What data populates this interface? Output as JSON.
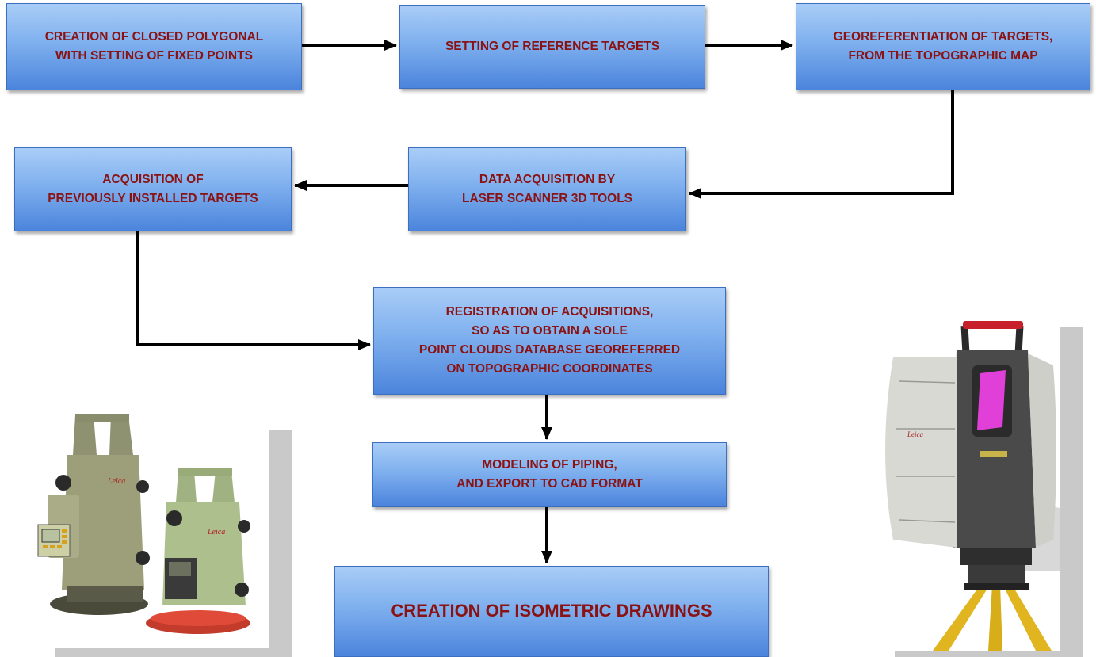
{
  "flowchart": {
    "steps": [
      {
        "id": "s1",
        "label": "CREATION OF CLOSED POLYGONAL\nWITH SETTING OF FIXED POINTS"
      },
      {
        "id": "s2",
        "label": "SETTING OF REFERENCE TARGETS"
      },
      {
        "id": "s3",
        "label": "GEOREFERENTIATION OF TARGETS,\nFROM THE TOPOGRAPHIC MAP"
      },
      {
        "id": "s4",
        "label": "DATA ACQUISITION BY\nLASER SCANNER 3D TOOLS"
      },
      {
        "id": "s5",
        "label": "ACQUISITION OF\nPREVIOUSLY INSTALLED TARGETS"
      },
      {
        "id": "s6",
        "label": "REGISTRATION OF ACQUISITIONS,\nSO AS TO OBTAIN A SOLE\nPOINT CLOUDS DATABASE GEOREFERRED\nON TOPOGRAPHIC COORDINATES"
      },
      {
        "id": "s7",
        "label": "MODELING OF PIPING,\nAND EXPORT TO CAD FORMAT"
      },
      {
        "id": "s8",
        "label": "CREATION OF ISOMETRIC DRAWINGS"
      }
    ],
    "connections": [
      {
        "from": "s1",
        "to": "s2"
      },
      {
        "from": "s2",
        "to": "s3"
      },
      {
        "from": "s3",
        "to": "s4"
      },
      {
        "from": "s4",
        "to": "s5"
      },
      {
        "from": "s5",
        "to": "s6"
      },
      {
        "from": "s6",
        "to": "s7"
      },
      {
        "from": "s7",
        "to": "s8"
      }
    ]
  },
  "photos": {
    "left": {
      "subject": "total stations",
      "brand_mark": "Leica"
    },
    "right": {
      "subject": "laser scanner on tripod",
      "brand_mark": "Leica"
    }
  },
  "colors": {
    "box_top": "#a9cdf7",
    "box_bottom": "#4b84dc",
    "text": "#8b1212",
    "arrow": "#000000"
  }
}
